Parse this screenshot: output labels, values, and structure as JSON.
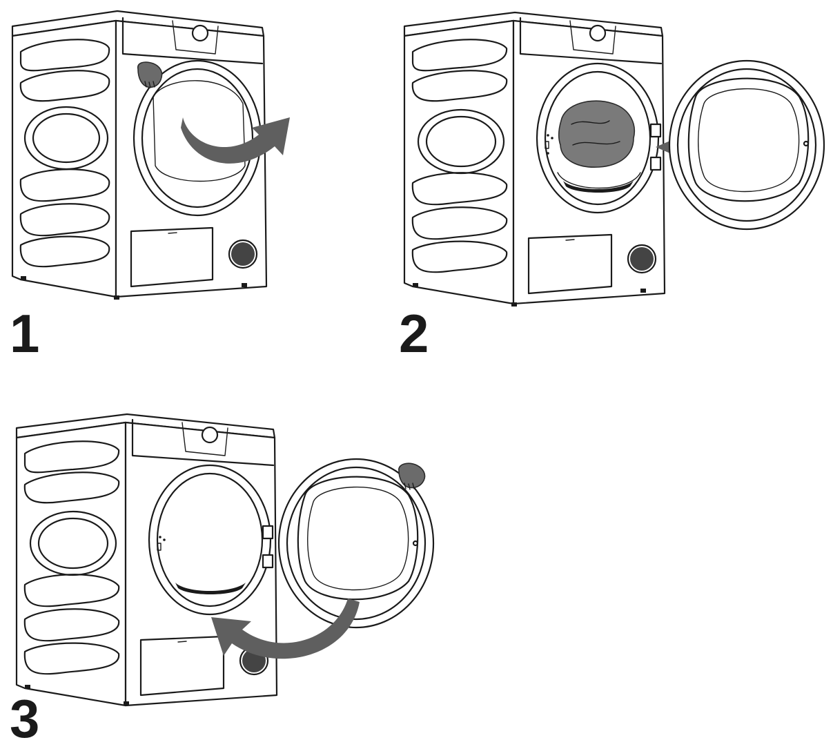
{
  "steps": [
    {
      "number": "1",
      "action": "open-door",
      "icons": [
        "hand-icon",
        "curved-arrow-icon"
      ]
    },
    {
      "number": "2",
      "action": "load-laundry",
      "icons": [
        "laundry-icon",
        "straight-arrow-icon"
      ]
    },
    {
      "number": "3",
      "action": "close-door",
      "icons": [
        "hand-icon",
        "curved-arrow-icon"
      ]
    }
  ],
  "colors": {
    "line": "#1a1a1a",
    "arrow": "#5f5f5f",
    "hand": "#6b6b6b",
    "background": "#ffffff"
  }
}
